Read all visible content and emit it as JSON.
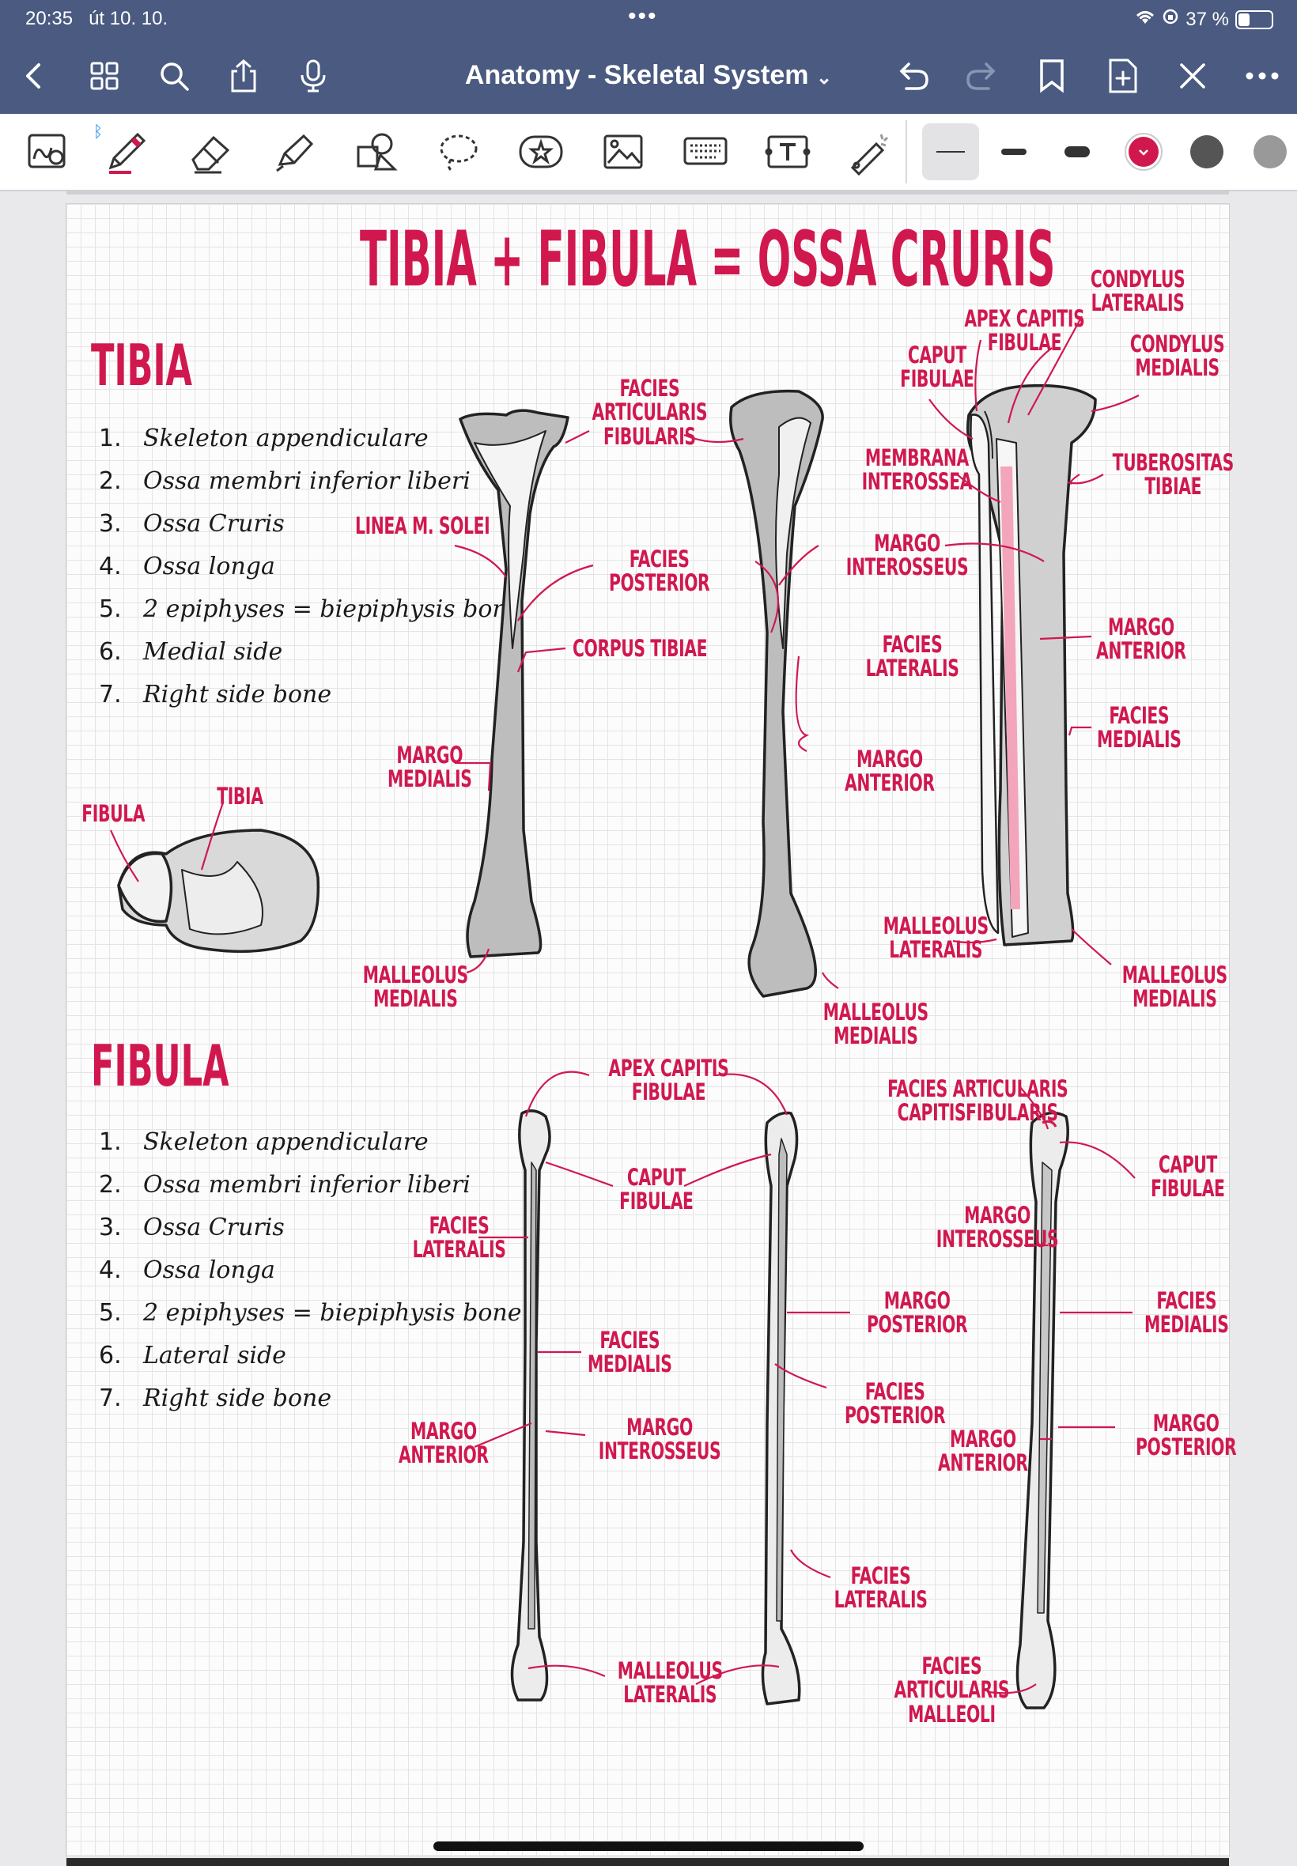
{
  "status_bar": {
    "time": "20:35",
    "date": "út 10. 10.",
    "battery": "37 %"
  },
  "nav": {
    "title": "Anatomy - Skeletal System",
    "icons": [
      "back-icon",
      "grid-icon",
      "search-icon",
      "share-icon",
      "mic-icon",
      "undo-icon",
      "redo-icon",
      "bookmark-icon",
      "add-page-icon",
      "close-icon",
      "more-icon"
    ]
  },
  "toolbar": {
    "tools": [
      "zoom-lasso-icon",
      "pen-icon",
      "eraser-icon",
      "highlighter-icon",
      "shapes-icon",
      "lasso-icon",
      "sticker-icon",
      "image-icon",
      "keyboard-icon",
      "text-icon",
      "laser-icon"
    ],
    "colors": [
      "#d0184f",
      "#555555",
      "#999999"
    ]
  },
  "note": {
    "title": "TIBIA + FIBULA = OSSA CRURIS",
    "tibia_heading": "TIBIA",
    "tibia_list": [
      {
        "n": "1.",
        "t": "Skeleton appendiculare"
      },
      {
        "n": "2.",
        "t": "Ossa membri inferior liberi"
      },
      {
        "n": "3.",
        "t": "Ossa Cruris"
      },
      {
        "n": "4.",
        "t": "Ossa longa"
      },
      {
        "n": "5.",
        "t": "2 epiphyses = biepiphysis bone"
      },
      {
        "n": "6.",
        "t": "Medial side"
      },
      {
        "n": "7.",
        "t": "Right side bone"
      }
    ],
    "fibula_heading": "FIBULA",
    "fibula_list": [
      {
        "n": "1.",
        "t": "Skeleton appendiculare"
      },
      {
        "n": "2.",
        "t": "Ossa membri inferior liberi"
      },
      {
        "n": "3.",
        "t": "Ossa Cruris"
      },
      {
        "n": "4.",
        "t": "Ossa longa"
      },
      {
        "n": "5.",
        "t": "2 epiphyses = biepiphysis bone"
      },
      {
        "n": "6.",
        "t": "Lateral side"
      },
      {
        "n": "7.",
        "t": "Right side bone"
      }
    ],
    "cross_labels": {
      "fibula": "FIBULA",
      "tibia": "TIBIA"
    },
    "labels": {
      "facies_articularis_fibularis": [
        "FACIES",
        "ARTICULARIS",
        "FIBULARIS"
      ],
      "linea_m_solei": [
        "LINEA M. SOLEI"
      ],
      "facies_posterior_t": [
        "FACIES",
        "POSTERIOR"
      ],
      "corpus_tibiae": [
        "CORPUS TIBIAE"
      ],
      "margo_medialis": [
        "MARGO",
        "MEDIALIS"
      ],
      "malleolus_medialis_1": [
        "MALLEOLUS",
        "MEDIALIS"
      ],
      "margo_interosseus_t": [
        "MARGO",
        "INTEROSSEUS"
      ],
      "facies_lateralis_t": [
        "FACIES",
        "LATERALIS"
      ],
      "margo_anterior_t2": [
        "MARGO",
        "ANTERIOR"
      ],
      "malleolus_medialis_2": [
        "MALLEOLUS",
        "MEDIALIS"
      ],
      "apex_capitis_fibulae_top": [
        "APEX CAPITIS",
        "FIBULAE"
      ],
      "caput_fibulae_top": [
        "CAPUT",
        "FIBULAE"
      ],
      "condylus_lateralis": [
        "CONDYLUS",
        "LATERALIS"
      ],
      "condylus_medialis": [
        "CONDYLUS",
        "MEDIALIS"
      ],
      "membrana_interossea": [
        "MEMBRANA",
        "INTEROSSEA"
      ],
      "tuberositas_tibiae": [
        "TUBEROSITAS",
        "TIBIAE"
      ],
      "margo_anterior_t3": [
        "MARGO",
        "ANTERIOR"
      ],
      "facies_medialis_t3": [
        "FACIES",
        "MEDIALIS"
      ],
      "malleolus_lateralis_t3": [
        "MALLEOLUS",
        "LATERALIS"
      ],
      "malleolus_medialis_3": [
        "MALLEOLUS",
        "MEDIALIS"
      ],
      "apex_capitis_fibulae": [
        "APEX CAPITIS",
        "FIBULAE"
      ],
      "caput_fibulae_mid": [
        "CAPUT",
        "FIBULAE"
      ],
      "facies_lateralis_f1": [
        "FACIES",
        "LATERALIS"
      ],
      "facies_medialis_f1": [
        "FACIES",
        "MEDIALIS"
      ],
      "margo_anterior_f1": [
        "MARGO",
        "ANTERIOR"
      ],
      "margo_interosseus_f1": [
        "MARGO",
        "INTEROSSEUS"
      ],
      "malleolus_lateralis_f": [
        "MALLEOLUS",
        "LATERALIS"
      ],
      "margo_posterior_f2": [
        "MARGO",
        "POSTERIOR"
      ],
      "facies_posterior_f2": [
        "FACIES",
        "POSTERIOR"
      ],
      "facies_lateralis_f2": [
        "FACIES",
        "LATERALIS"
      ],
      "facies_articularis_capitis": [
        "FACIES ARTICULARIS",
        "CAPITISFIBULARIS"
      ],
      "caput_fibulae_f3": [
        "CAPUT",
        "FIBULAE"
      ],
      "margo_interosseus_f3": [
        "MARGO",
        "INTEROSSEUS"
      ],
      "facies_medialis_f3": [
        "FACIES",
        "MEDIALIS"
      ],
      "margo_anterior_f3": [
        "MARGO",
        "ANTERIOR"
      ],
      "margo_posterior_f3": [
        "MARGO",
        "POSTERIOR"
      ],
      "facies_articularis_malleoli": [
        "FACIES",
        "ARTICULARIS",
        "MALLEOLI"
      ]
    }
  }
}
